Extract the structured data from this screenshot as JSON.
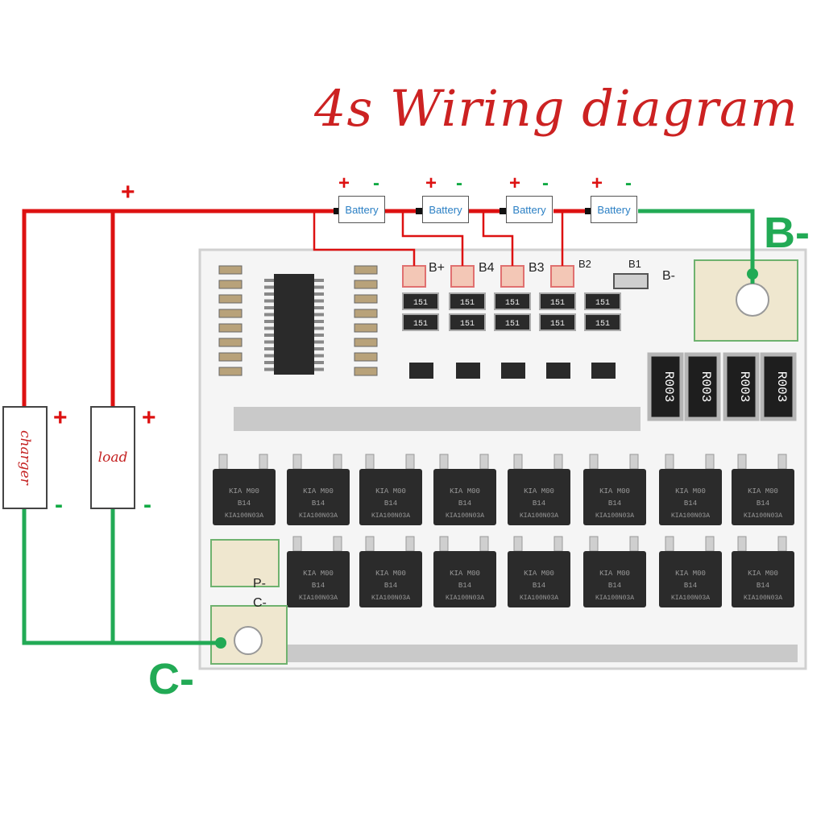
{
  "title": "4s Wiring diagram",
  "terminals": {
    "b_minus": "B-",
    "c_minus": "C-"
  },
  "top_plus": "+",
  "batteries": [
    {
      "label": "Battery",
      "plus": "+",
      "minus": "-"
    },
    {
      "label": "Battery",
      "plus": "+",
      "minus": "-"
    },
    {
      "label": "Battery",
      "plus": "+",
      "minus": "-"
    },
    {
      "label": "Battery",
      "plus": "+",
      "minus": "-"
    }
  ],
  "charger": {
    "label": "charger",
    "plus": "+",
    "minus": "-"
  },
  "load": {
    "label": "load",
    "plus": "+",
    "minus": "-"
  },
  "board_silkscreen": {
    "b_plus": "B+",
    "b4": "B4",
    "b3": "B3",
    "b2": "B2",
    "b1": "B1",
    "b_minus": "B-",
    "p_minus": "P-",
    "c_minus": "C-"
  },
  "component_markings": {
    "resistor": "151",
    "shunt": "R003",
    "mosfet_line1": "KIA",
    "mosfet_line2": "M00",
    "mosfet_line3": "B14",
    "mosfet_line4": "KIA100N03A"
  },
  "colors": {
    "positive_wire": "#dd1111",
    "negative_wire": "#22aa55",
    "title": "#cc2222",
    "board": "#f4f4f4",
    "chip": "#2b2b2b"
  }
}
